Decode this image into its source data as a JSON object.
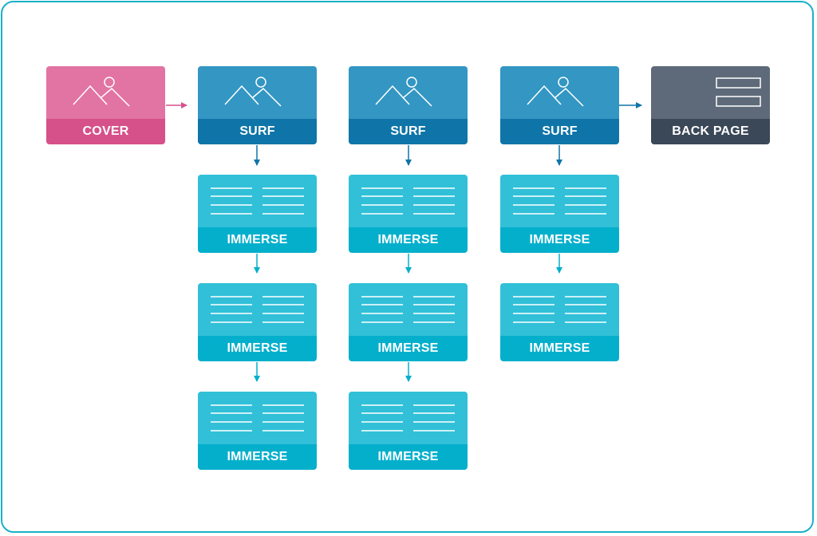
{
  "colors": {
    "frame": "#1ab0c8",
    "cover": "#d6508a",
    "surf": "#0f75a8",
    "immerse": "#04afcc",
    "back_page": "#3a4858"
  },
  "diagram": {
    "cover": {
      "label": "COVER",
      "icon": "image-icon"
    },
    "columns": [
      {
        "surf": {
          "label": "SURF",
          "icon": "image-icon"
        },
        "immerse": [
          "IMMERSE",
          "IMMERSE",
          "IMMERSE"
        ]
      },
      {
        "surf": {
          "label": "SURF",
          "icon": "image-icon"
        },
        "immerse": [
          "IMMERSE",
          "IMMERSE",
          "IMMERSE"
        ]
      },
      {
        "surf": {
          "label": "SURF",
          "icon": "image-icon"
        },
        "immerse": [
          "IMMERSE",
          "IMMERSE"
        ]
      }
    ],
    "back_page": {
      "label": "BACK PAGE",
      "icon": "text-block-icon"
    }
  }
}
